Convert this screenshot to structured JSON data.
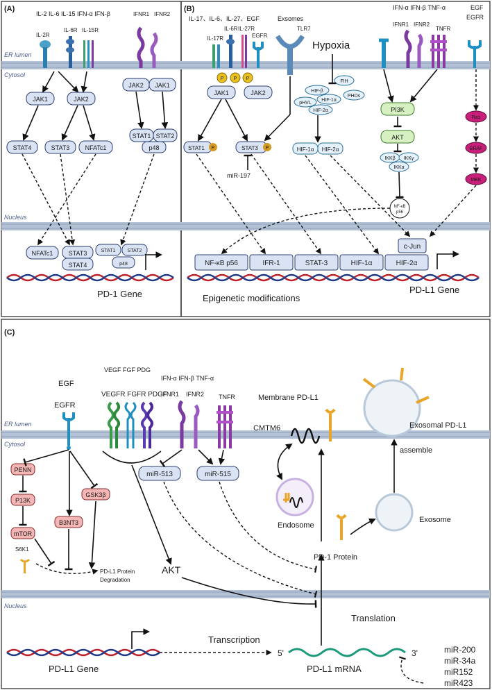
{
  "panelA": {
    "label": "(A)",
    "ligands": "IL-2 IL-6 IL-15 IFN-α  IFN-β",
    "receptors": {
      "il2r": "IL-2R",
      "il6r": "IL-6R",
      "il15r": "IL-15R",
      "ifnr1": "IFNR1",
      "ifnr2": "IFNR2"
    },
    "er_lumen": "ER lumen",
    "cytosol": "Cytosol",
    "nucleus": "Nucleus",
    "nodes": {
      "jak1": "JAK1",
      "jak2": "JAK2",
      "jak2b": "JAK2",
      "jak1b": "JAK1",
      "stat4": "STAT4",
      "stat3": "STAT3",
      "nfatc1": "NFATc1",
      "stat1": "STAT1",
      "stat2": "STAT2",
      "p48": "p48"
    },
    "nuclear": {
      "nfatc1": "NFATc1",
      "stat3": "STAT3",
      "stat4": "STAT4",
      "stat1": "STAT1",
      "stat2": "STAT2",
      "p48": "p48"
    },
    "gene": "PD-1 Gene"
  },
  "panelB": {
    "label": "(B)",
    "ligands": "IL-17、IL-6、IL-27、EGF",
    "exosomes": "Exsomes",
    "ifn_ligands": "IFN-α  IFN-β TNF-α",
    "egf": "EGF",
    "receptors": {
      "il17r": "IL-17R",
      "il6r": "IL-6R",
      "il27r": "IL-27R",
      "egfr": "EGFR",
      "tlr7": "TLR7",
      "ifnr1": "IFNR1",
      "ifnr2": "IFNR2",
      "tnfr": "TNFR",
      "egfr2": "EGFR"
    },
    "hypoxia": "Hypoxia",
    "phos": "P",
    "nodes": {
      "jak1": "JAK1",
      "jak2": "JAK2",
      "stat1": "STAT1",
      "stat3": "STAT3",
      "mir197": "miR-197",
      "fih": "FIH",
      "hif1b": "HIF-β",
      "phvl": "pHVL",
      "hif1a_c": "HIF-1α",
      "phds": "PHDs",
      "hif2a_c": "HIF-2α",
      "hif1a": "HIF-1α",
      "hif2a": "HIF-2α",
      "pi3k": "PI3K",
      "akt": "AKT",
      "ikkb": "IKKβ",
      "ikky": "IKKγ",
      "ikka": "IKKα",
      "nfkb": "NF-κB",
      "p56": "p56",
      "ras": "Ras",
      "braf": "BRAF",
      "mek": "MEK"
    },
    "tf": [
      "NF-κB p56",
      "IFR-1",
      "STAT-3",
      "HIF-1α",
      "HIF-2α"
    ],
    "cjun": "c-Jun",
    "gene": "PD-L1 Gene",
    "epigenetic": "Epigenetic modifications"
  },
  "panelC": {
    "label": "(C)",
    "egf": "EGF",
    "egfr": "EGFR",
    "vegf_ligands": "VEGF FGF PDG",
    "vegf_receptors": "VEGFR FGFR PDGF",
    "ifn_ligands": "IFN-α  IFN-β TNF-α",
    "ifnr1": "IFNR1",
    "ifnr2": "IFNR2",
    "tnfr": "TNFR",
    "membrane_pdl1": "Membrane PD-L1",
    "cmtm6": "CMTM6",
    "exosomal_pdl1": "Exosomal PD-L1",
    "er_lumen": "ER lumen",
    "cytosol": "Cytosol",
    "nucleus": "Nucleus",
    "penn": "PENN",
    "p13k": "P13K",
    "mtor": "mTOR",
    "s6k1": "S6K1",
    "b3nt3": "B3NT3",
    "gsk3b": "GSK3β",
    "mir513": "miR-513",
    "mir515": "miR-515",
    "endosome": "Endosome",
    "assemble": "assemble",
    "exosome": "Exosome",
    "degradation_1": "PD-L1 Protein",
    "degradation_2": "Degradation",
    "akt": "AKT",
    "pd1_protein": "PD-1 Protein",
    "translation": "Translation",
    "transcription": "Transcription",
    "five": "5'",
    "three": "3'",
    "pdl1_gene": "PD-L1 Gene",
    "pdl1_mrna": "PD-L1 mRNA",
    "mirs": [
      "miR-200",
      "miR-34a",
      "miR152",
      "miR423"
    ]
  },
  "colors": {
    "membrane": "#b4c2d6",
    "node": "#d9e3f3",
    "pink": "#f4b5b5",
    "green": "#d6f0c2",
    "magenta": "#c8207a",
    "dna_red": "#c0202a",
    "dna_blue": "#1f3a8a",
    "mrna": "#1a9a7a",
    "receptor_blue": "#1e8fc0",
    "receptor_purple": "#7a3aa0",
    "pdl1_gold": "#e8a528"
  }
}
